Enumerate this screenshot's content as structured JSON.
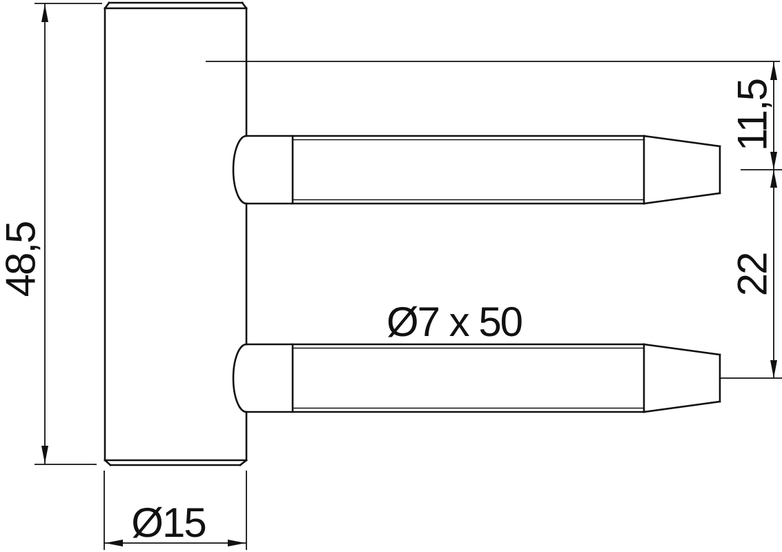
{
  "drawing": {
    "description": "hinge-frame-part-technical-drawing",
    "dimensions": {
      "overall_height": "48,5",
      "body_diameter": "Ø15",
      "pin_spec": "Ø7 x 50",
      "top_to_first_pin": "11,5",
      "pin_center_distance": "22"
    },
    "colors": {
      "line": "#111111",
      "background": "#ffffff"
    }
  }
}
